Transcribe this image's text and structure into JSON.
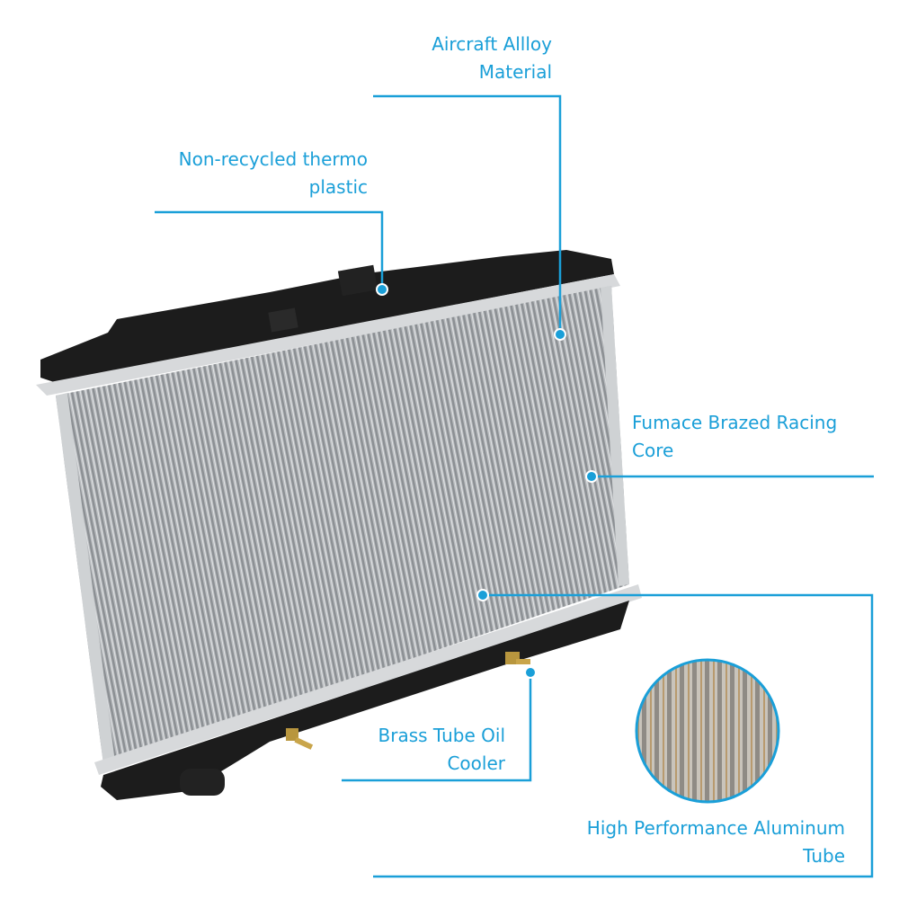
{
  "accent_color": "#1a9fd8",
  "product": "radiator-photo",
  "callouts": {
    "aircraft_alloy": {
      "line1": "Aircraft Allloy",
      "line2": "Material"
    },
    "thermo_plastic": {
      "line1": "Non-recycled thermo",
      "line2": "plastic"
    },
    "brazed_core": {
      "line1": "Fumace Brazed Racing",
      "line2": "Core"
    },
    "oil_cooler": {
      "line1": "Brass Tube Oil",
      "line2": "Cooler"
    },
    "aluminum_tube": {
      "line1": "High Performance Aluminum",
      "line2": "Tube"
    }
  }
}
